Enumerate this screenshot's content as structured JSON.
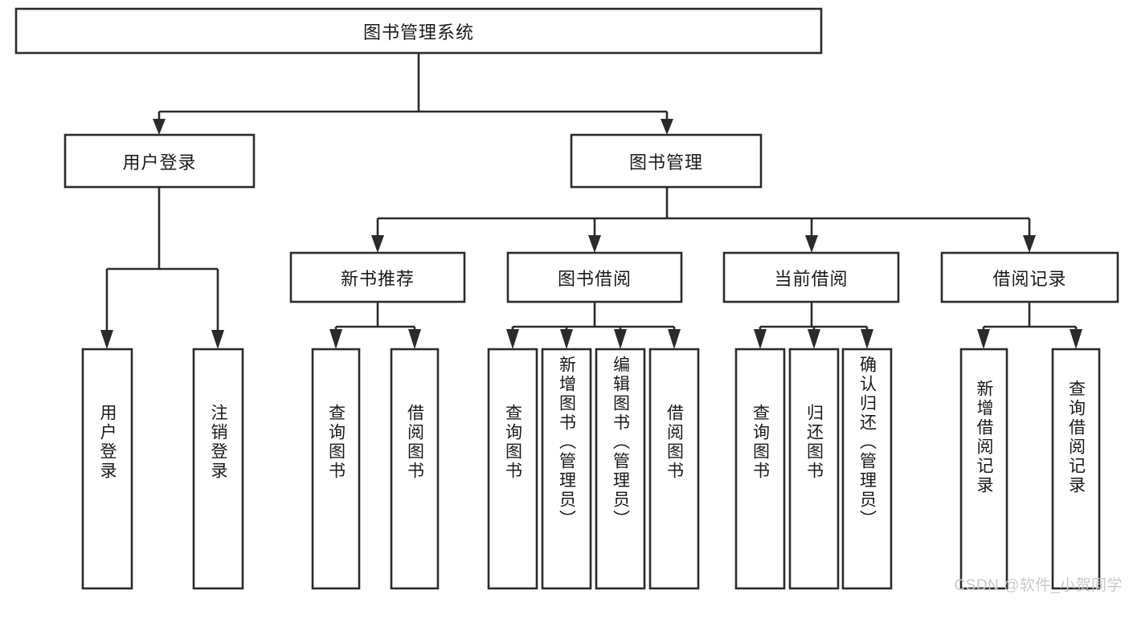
{
  "diagram": {
    "type": "tree-hierarchy-chart",
    "title_text": "图书管理系统",
    "watermark": "CSDN @软件_小贺同学",
    "colors": {
      "box_stroke": "#2b2b2b",
      "box_fill": "#ffffff",
      "text": "#1a1a1a",
      "connector": "#2b2b2b",
      "watermark": "#c9c9c9",
      "background": "#ffffff"
    },
    "root": {
      "label": "图书管理系统",
      "orientation": "horizontal"
    },
    "level2": [
      {
        "label": "用户登录",
        "orientation": "horizontal"
      },
      {
        "label": "图书管理",
        "orientation": "horizontal"
      }
    ],
    "level3": [
      {
        "label": "新书推荐",
        "orientation": "horizontal"
      },
      {
        "label": "图书借阅",
        "orientation": "horizontal"
      },
      {
        "label": "当前借阅",
        "orientation": "horizontal"
      },
      {
        "label": "借阅记录",
        "orientation": "horizontal"
      }
    ],
    "leaves": {
      "user_login": [
        {
          "label": "用户登录",
          "orientation": "vertical"
        },
        {
          "label": "注销登录",
          "orientation": "vertical"
        }
      ],
      "new_book_recommend": [
        {
          "label": "查询图书",
          "orientation": "vertical"
        },
        {
          "label": "借阅图书",
          "orientation": "vertical"
        }
      ],
      "book_borrow": [
        {
          "label": "查询图书",
          "orientation": "vertical"
        },
        {
          "label": "新增图书（管理员）",
          "orientation": "vertical"
        },
        {
          "label": "编辑图书（管理员）",
          "orientation": "vertical"
        },
        {
          "label": "借阅图书",
          "orientation": "vertical"
        }
      ],
      "current_borrow": [
        {
          "label": "查询图书",
          "orientation": "vertical"
        },
        {
          "label": "归还图书",
          "orientation": "vertical"
        },
        {
          "label": "确认归还（管理员）",
          "orientation": "vertical"
        }
      ],
      "borrow_record": [
        {
          "label": "新增借阅记录",
          "orientation": "vertical"
        },
        {
          "label": "查询借阅记录",
          "orientation": "vertical"
        }
      ]
    }
  }
}
